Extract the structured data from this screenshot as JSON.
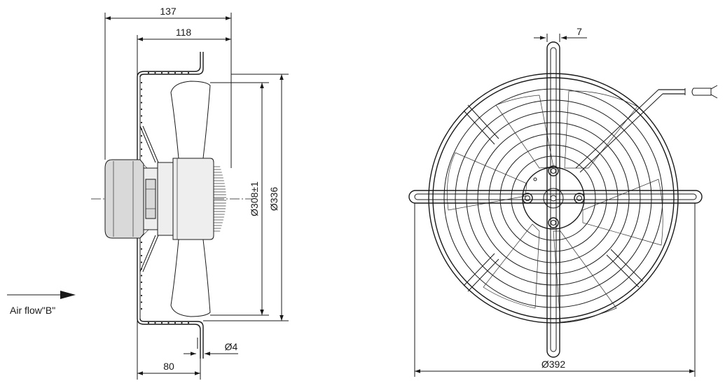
{
  "dimensions": {
    "overall_depth": "137",
    "guard_depth": "118",
    "impeller_diameter": "Ø308±1",
    "guard_inner_diameter": "Ø336",
    "mount_hole_diameter": "Ø4",
    "mount_offset": "80",
    "slot_width": "7",
    "guard_outer_diameter": "Ø392"
  },
  "airflow_label": "Air flow\"B\""
}
